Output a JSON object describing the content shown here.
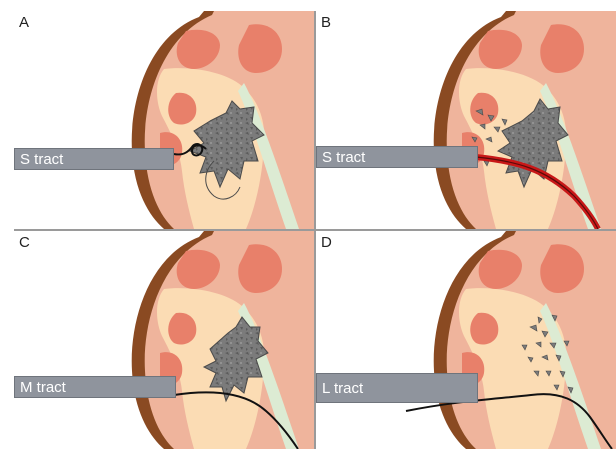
{
  "panels": [
    {
      "letter": "A",
      "tract_label": "S tract",
      "instrument": "coiled"
    },
    {
      "letter": "B",
      "tract_label": "S tract",
      "instrument": "red"
    },
    {
      "letter": "C",
      "tract_label": "M tract",
      "instrument": "black"
    },
    {
      "letter": "D",
      "tract_label": "L tract",
      "instrument": "black"
    }
  ],
  "colors": {
    "cortex": "#efb49c",
    "capsule": "#8a4a22",
    "pyramid": "#e8806a",
    "sinus": "#fbdcb4",
    "ureter": "#dcebd3",
    "stone": "#6f6f6f",
    "tract_bar": "#8f949d",
    "red_wire": "#c81818"
  }
}
